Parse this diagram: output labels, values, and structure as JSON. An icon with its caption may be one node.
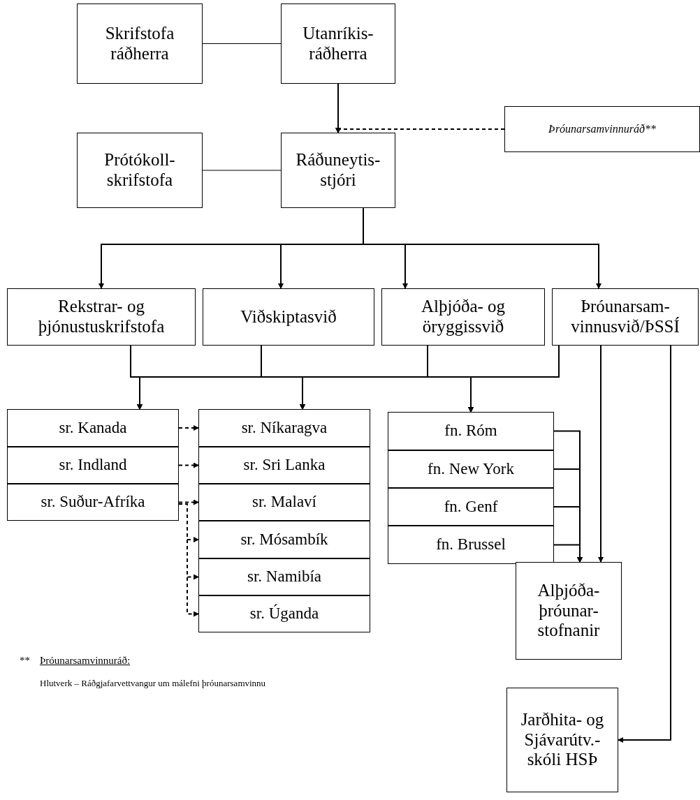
{
  "diagram": {
    "nodes": [
      {
        "text": [
          "Skrifstofa ráðherra"
        ]
      },
      {
        "text": [
          "Utanríkis- ráðherra"
        ]
      },
      {
        "text": [
          "Þróunarsamvinnuráð**"
        ]
      },
      {
        "text": [
          "Prótókoll- skrifstofa"
        ]
      },
      {
        "text": [
          "Ráðuneytis- stjóri"
        ]
      },
      {
        "text": [
          "Rekstrar- og þjónustuskrifstofa"
        ]
      },
      {
        "text": [
          "Viðskiptasvið"
        ]
      },
      {
        "text": [
          "Alþjóða- og öryggissvið"
        ]
      },
      {
        "text": [
          "Þróunarsam- vinnusvið/ÞSSÍ"
        ]
      },
      {
        "text": [
          "sr. Kanada"
        ]
      },
      {
        "text": [
          "sr. Indland"
        ]
      },
      {
        "text": [
          "sr. Suður-Afríka"
        ]
      },
      {
        "text": [
          "sr. Níkaragva"
        ]
      },
      {
        "text": [
          "sr. Sri Lanka"
        ]
      },
      {
        "text": [
          "sr. Malaví"
        ]
      },
      {
        "text": [
          "sr. Mósambík"
        ]
      },
      {
        "text": [
          "sr. Namibía"
        ]
      },
      {
        "text": [
          "sr. Úganda"
        ]
      },
      {
        "text": [
          "fn. Róm"
        ]
      },
      {
        "text": [
          "fn. New York"
        ]
      },
      {
        "text": [
          "fn. Genf"
        ]
      },
      {
        "text": [
          "fn. Brussel"
        ]
      },
      {
        "text": [
          "Alþjóða- þróunar- stofnanir"
        ]
      },
      {
        "text": [
          "Jarðhita- og Sjávarútv.- skóli HSÞ"
        ]
      }
    ],
    "edges": [
      {
        "from": 0,
        "to": 1,
        "arrow": "none"
      },
      {
        "from": 1,
        "to": 4,
        "arrow": "to"
      },
      {
        "from": 2,
        "to": 4,
        "arrow": "to",
        "style": "dashed"
      },
      {
        "from": 3,
        "to": 4,
        "arrow": "none"
      },
      {
        "from": 4,
        "to": 5,
        "arrow": "to"
      },
      {
        "from": 4,
        "to": 6,
        "arrow": "to"
      },
      {
        "from": 4,
        "to": 7,
        "arrow": "to"
      },
      {
        "from": 4,
        "to": 8,
        "arrow": "to"
      },
      {
        "from": 5,
        "to": 9,
        "arrow": "to"
      },
      {
        "from": 5,
        "to": 12,
        "arrow": "to"
      },
      {
        "from": 5,
        "to": 18,
        "arrow": "to"
      },
      {
        "from": 6,
        "to": 9,
        "arrow": "to"
      },
      {
        "from": 6,
        "to": 12,
        "arrow": "to"
      },
      {
        "from": 6,
        "to": 18,
        "arrow": "to"
      },
      {
        "from": 7,
        "to": 9,
        "arrow": "to"
      },
      {
        "from": 7,
        "to": 12,
        "arrow": "to"
      },
      {
        "from": 7,
        "to": 18,
        "arrow": "to"
      },
      {
        "from": 8,
        "to": 9,
        "arrow": "to"
      },
      {
        "from": 8,
        "to": 12,
        "arrow": "to"
      },
      {
        "from": 8,
        "to": 18,
        "arrow": "to"
      },
      {
        "from": 9,
        "to": 12,
        "arrow": "to",
        "style": "dashed"
      },
      {
        "from": 10,
        "to": 13,
        "arrow": "to",
        "style": "dashed"
      },
      {
        "from": 11,
        "to": 14,
        "arrow": "to",
        "style": "dashed"
      },
      {
        "from": 11,
        "to": 15,
        "arrow": "to",
        "style": "dashed"
      },
      {
        "from": 11,
        "to": 16,
        "arrow": "to",
        "style": "dashed"
      },
      {
        "from": 11,
        "to": 17,
        "arrow": "to",
        "style": "dashed"
      },
      {
        "from": 18,
        "to": 22,
        "arrow": "to"
      },
      {
        "from": 19,
        "to": 22,
        "arrow": "to"
      },
      {
        "from": 20,
        "to": 22,
        "arrow": "to"
      },
      {
        "from": 21,
        "to": 22,
        "arrow": "to"
      },
      {
        "from": 8,
        "to": 22,
        "arrow": "to"
      },
      {
        "from": 8,
        "to": 23,
        "arrow": "to"
      }
    ],
    "labels": [
      "**",
      "Þróunarsamvinnuráð:",
      "Hlutverk – Ráðgjafarvettvangur um málefni þróunarsamvinnu"
    ]
  }
}
